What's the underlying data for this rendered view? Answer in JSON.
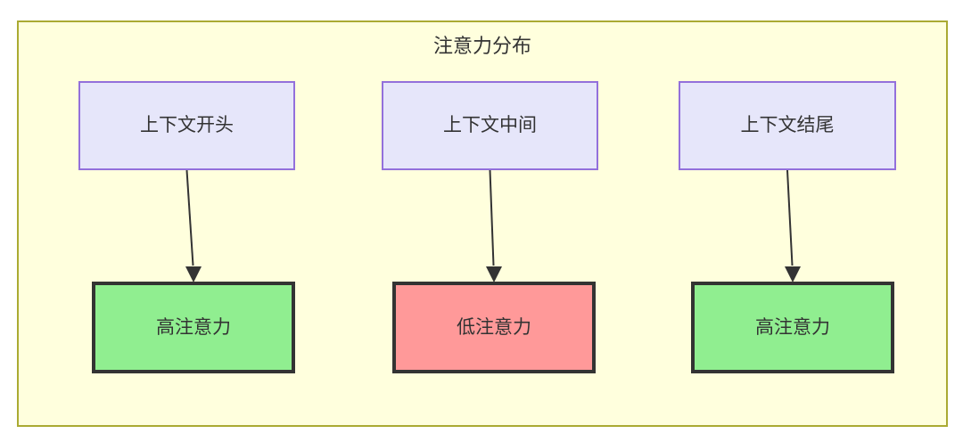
{
  "diagram": {
    "title": "注意力分布",
    "container": {
      "fill": "#ffffdd",
      "border": "#aaaa33"
    },
    "nodes": [
      {
        "id": "ctx-begin",
        "label": "上下文开头",
        "fill": "#e6e6fa",
        "border": "#9370db"
      },
      {
        "id": "ctx-middle",
        "label": "上下文中间",
        "fill": "#e6e6fa",
        "border": "#9370db"
      },
      {
        "id": "ctx-end",
        "label": "上下文结尾",
        "fill": "#e6e6fa",
        "border": "#9370db"
      },
      {
        "id": "att-high-1",
        "label": "高注意力",
        "fill": "#90ee90",
        "border": "#333333"
      },
      {
        "id": "att-low",
        "label": "低注意力",
        "fill": "#ff9999",
        "border": "#333333"
      },
      {
        "id": "att-high-2",
        "label": "高注意力",
        "fill": "#90ee90",
        "border": "#333333"
      }
    ],
    "edges": [
      {
        "from": "ctx-begin",
        "to": "att-high-1",
        "label": ""
      },
      {
        "from": "ctx-middle",
        "to": "att-low",
        "label": ""
      },
      {
        "from": "ctx-end",
        "to": "att-high-2",
        "label": ""
      }
    ]
  }
}
